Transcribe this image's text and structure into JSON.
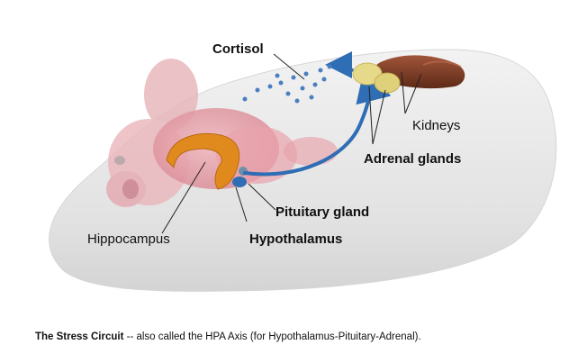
{
  "labels": {
    "cortisol": "Cortisol",
    "kidneys": "Kidneys",
    "adrenal_glands": "Adrenal glands",
    "pituitary_gland": "Pituitary gland",
    "hippocampus": "Hippocampus",
    "hypothalamus": "Hypothalamus"
  },
  "caption": {
    "title": "The Stress Circuit",
    "text": " -- also called the HPA Axis (for Hypothalamus-Pituitary-Adrenal)."
  },
  "colors": {
    "body": "#e9e9e9",
    "brain": "#e8a0a8",
    "hippocampus": "#e08a1e",
    "pathway": "#2f6db5",
    "kidney": "#7a3b22",
    "adrenal": "#e0d080"
  }
}
